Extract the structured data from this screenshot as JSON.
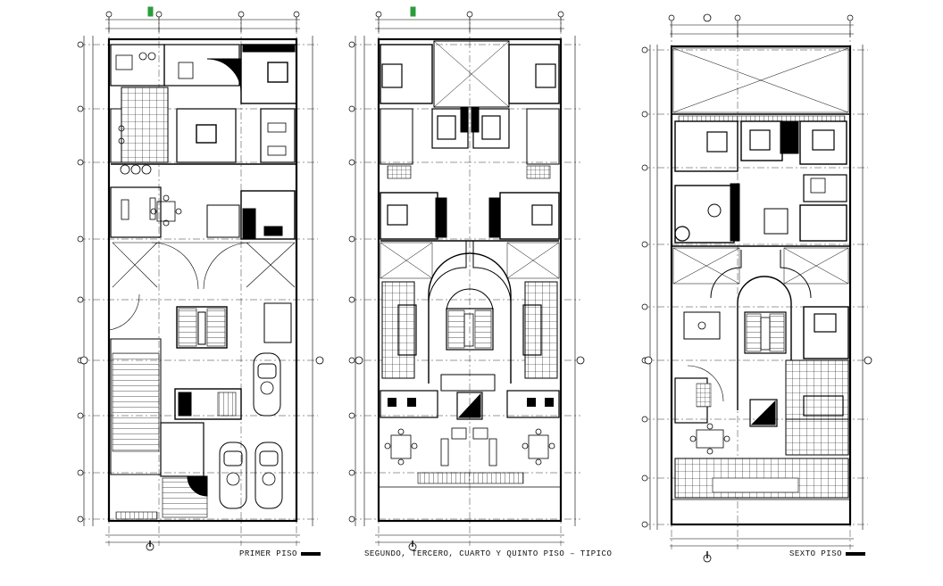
{
  "titles": {
    "first": "PRIMER PISO",
    "typical": "SEGUNDO, TERCERO, CUARTO Y QUINTO PISO – TIPICO",
    "sixth": "SEXTO PISO"
  },
  "colors": {
    "line": "#000000",
    "accent": "#2a9d3a",
    "paper": "#ffffff"
  }
}
